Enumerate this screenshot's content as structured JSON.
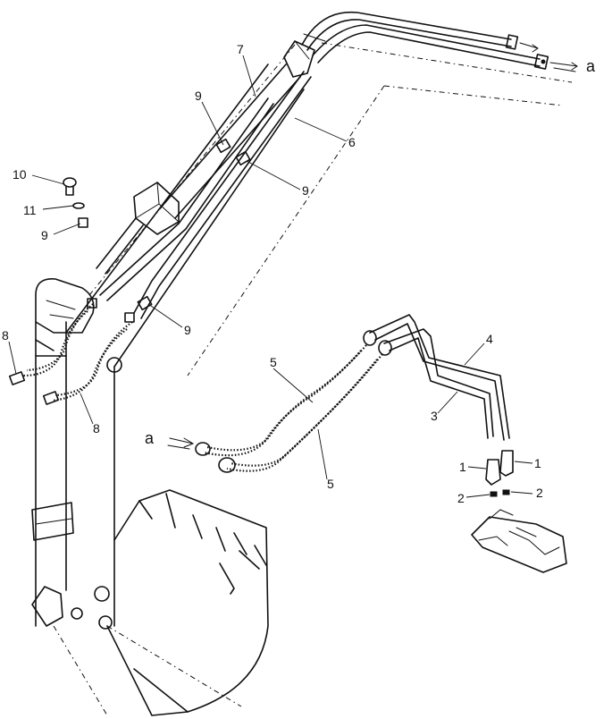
{
  "callouts": {
    "c1a": "1",
    "c1b": "1",
    "c2a": "2",
    "c2b": "2",
    "c3": "3",
    "c4": "4",
    "c5a": "5",
    "c5b": "5",
    "c6": "6",
    "c7": "7",
    "c8a": "8",
    "c8b": "8",
    "c9a": "9",
    "c9b": "9",
    "c9c": "9",
    "c9d": "9",
    "c10": "10",
    "c11": "11"
  },
  "connection_marks": {
    "top": "a",
    "middle": "a"
  }
}
